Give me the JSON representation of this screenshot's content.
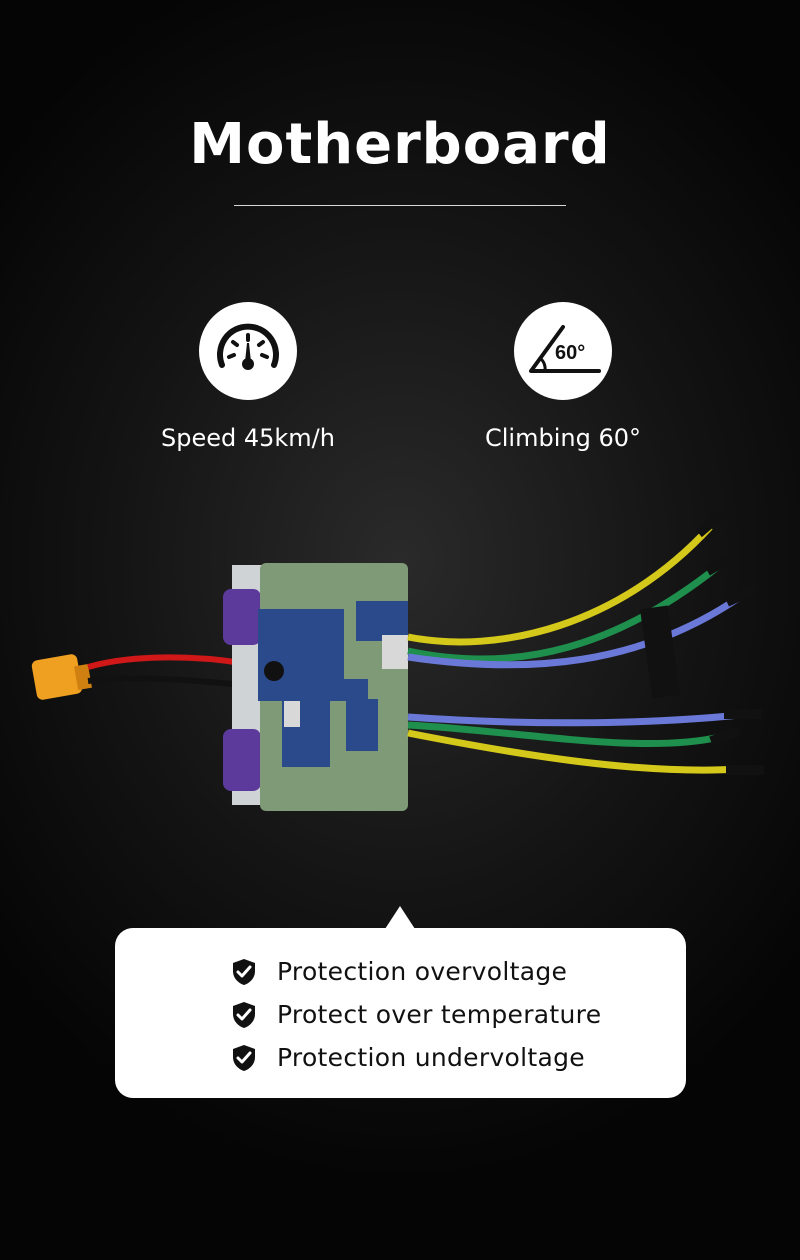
{
  "title": "Motherboard",
  "features": [
    {
      "icon": "speedometer-icon",
      "label": "Speed 45km/h"
    },
    {
      "icon": "climbing-angle-icon",
      "label": "Climbing 60°",
      "angle_text": "60°"
    }
  ],
  "protections": [
    {
      "icon": "shield-check-icon",
      "label": "Protection overvoltage"
    },
    {
      "icon": "shield-check-icon",
      "label": "Protect over temperature"
    },
    {
      "icon": "shield-check-icon",
      "label": "Protection undervoltage"
    }
  ],
  "colors": {
    "background": "#0a0a0a",
    "accent": "#ffffff",
    "board": "#7e9a76"
  }
}
